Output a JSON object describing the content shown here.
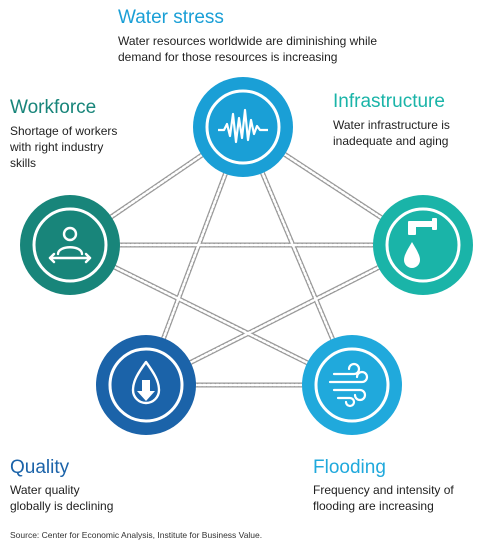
{
  "nodes": {
    "water_stress": {
      "title": "Water stress",
      "desc": [
        "Water resources worldwide are diminishing while",
        "demand for those resources is increasing"
      ],
      "color": "#1a9fd6",
      "ring": "#0d7db3",
      "icon": "waveform-icon"
    },
    "infrastructure": {
      "title": "Infrastructure",
      "desc": [
        "Water infrastructure is",
        "inadequate and aging"
      ],
      "color": "#1ab4a8",
      "ring": "#10877f",
      "icon": "faucet-drop-icon"
    },
    "workforce": {
      "title": "Workforce",
      "desc": [
        "Shortage of workers",
        "with right industry",
        "skills"
      ],
      "color": "#18857a",
      "ring": "#0f6259",
      "icon": "person-arrows-icon"
    },
    "quality": {
      "title": "Quality",
      "desc": [
        "Water quality",
        "globally is declining"
      ],
      "color": "#1b63a9",
      "ring": "#124a82",
      "icon": "drop-arrow-icon"
    },
    "flooding": {
      "title": "Flooding",
      "desc": [
        "Frequency and intensity of",
        "flooding are increasing"
      ],
      "color": "#20a9dc",
      "ring": "#1585b5",
      "icon": "wave-swirl-icon"
    }
  },
  "source": "Source: Center for Economic Analysis, Institute for Business Value."
}
